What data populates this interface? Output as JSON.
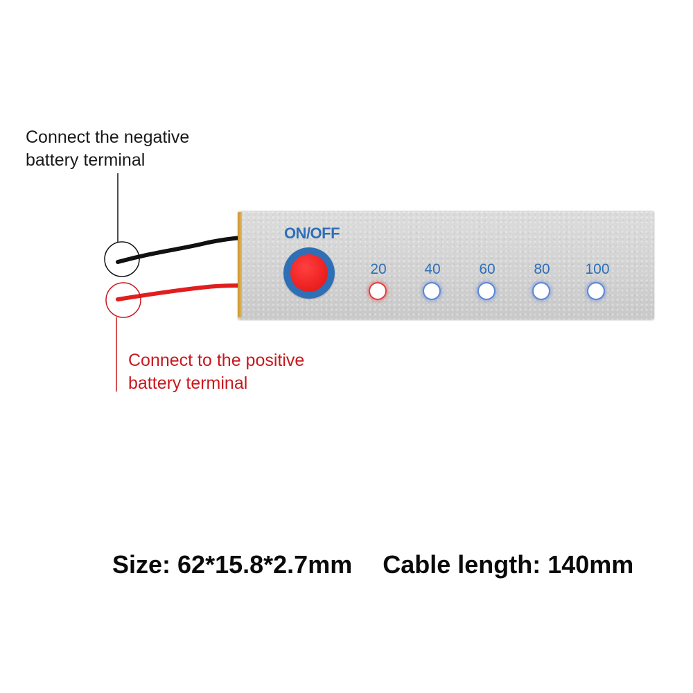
{
  "annotations": {
    "negative": {
      "line1": "Connect the negative",
      "line2": "battery terminal",
      "color": "#1a1a1a"
    },
    "positive": {
      "line1": "Connect to the positive",
      "line2": "battery terminal",
      "color": "#c8181e"
    }
  },
  "board": {
    "button_label": "ON/OFF",
    "button_color": "#f02424",
    "ring_color": "#2f6fb6",
    "leds": [
      {
        "label": "20",
        "state": "red"
      },
      {
        "label": "40",
        "state": "blue"
      },
      {
        "label": "60",
        "state": "blue"
      },
      {
        "label": "80",
        "state": "blue"
      },
      {
        "label": "100",
        "state": "blue"
      }
    ]
  },
  "specs": {
    "size": "Size: 62*15.8*2.7mm",
    "cable_length": "Cable length: 140mm"
  },
  "wires": {
    "negative_color": "#111111",
    "positive_color": "#e01e1e"
  }
}
